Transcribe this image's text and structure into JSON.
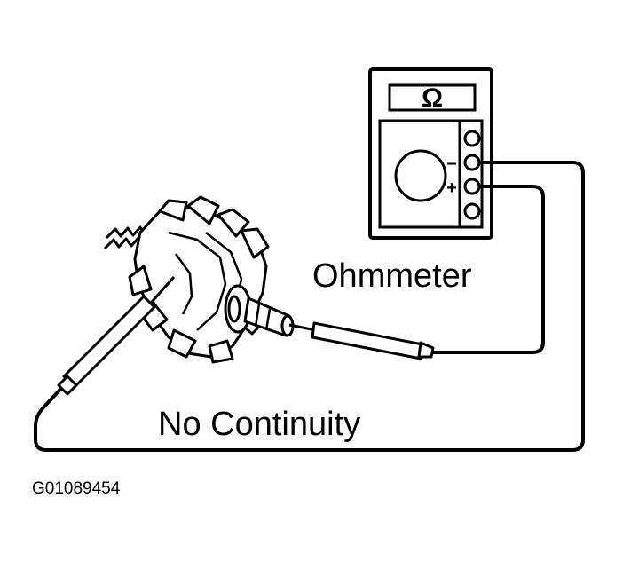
{
  "diagram": {
    "ohmmeter_label": "Ohmmeter",
    "result_label": "No Continuity",
    "figure_code": "G01089454",
    "display_symbol": "Ω",
    "terminal_negative": "–",
    "terminal_positive": "+"
  },
  "colors": {
    "ink": "#000000",
    "paper": "#ffffff"
  },
  "icons": {
    "meter": "ohmmeter-icon",
    "dial": "meter-dial-icon",
    "rotor": "alternator-rotor-icon",
    "probe": "test-probe-icon"
  }
}
